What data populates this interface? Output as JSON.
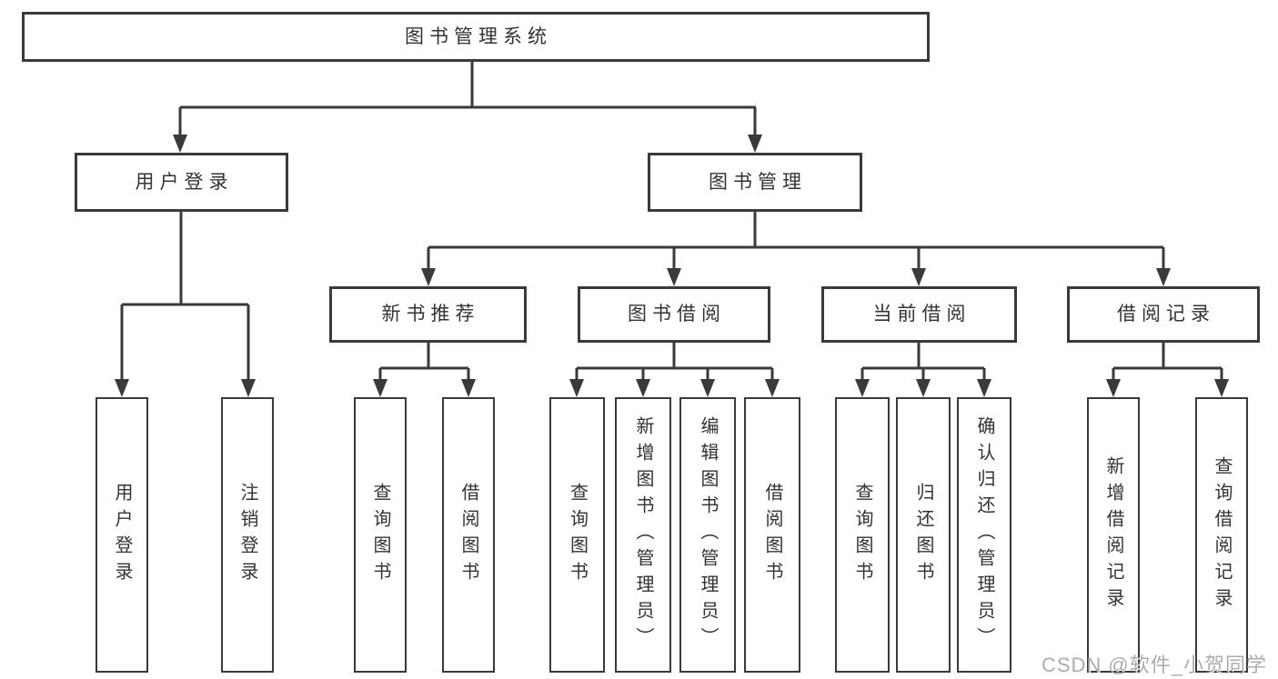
{
  "colors": {
    "line": "#3a3a3a",
    "text": "#333333",
    "box_fill": "#ffffff",
    "background": "#ffffff",
    "watermark": "#9e9e9e"
  },
  "watermark": {
    "text": "CSDN @软件_小贺同学"
  },
  "tree": {
    "label": "图书管理系统",
    "children": [
      {
        "label": "用户登录",
        "children": [
          {
            "label": "用户登录"
          },
          {
            "label": "注销登录"
          }
        ]
      },
      {
        "label": "图书管理",
        "children": [
          {
            "label": "新书推荐",
            "children": [
              {
                "label": "查询图书"
              },
              {
                "label": "借阅图书"
              }
            ]
          },
          {
            "label": "图书借阅",
            "children": [
              {
                "label": "查询图书"
              },
              {
                "label": "新增图书（管理员）"
              },
              {
                "label": "编辑图书（管理员）"
              },
              {
                "label": "借阅图书"
              }
            ]
          },
          {
            "label": "当前借阅",
            "children": [
              {
                "label": "查询图书"
              },
              {
                "label": "归还图书"
              },
              {
                "label": "确认归还（管理员）"
              }
            ]
          },
          {
            "label": "借阅记录",
            "children": [
              {
                "label": "新增借阅记录"
              },
              {
                "label": "查询借阅记录"
              }
            ]
          }
        ]
      }
    ]
  }
}
